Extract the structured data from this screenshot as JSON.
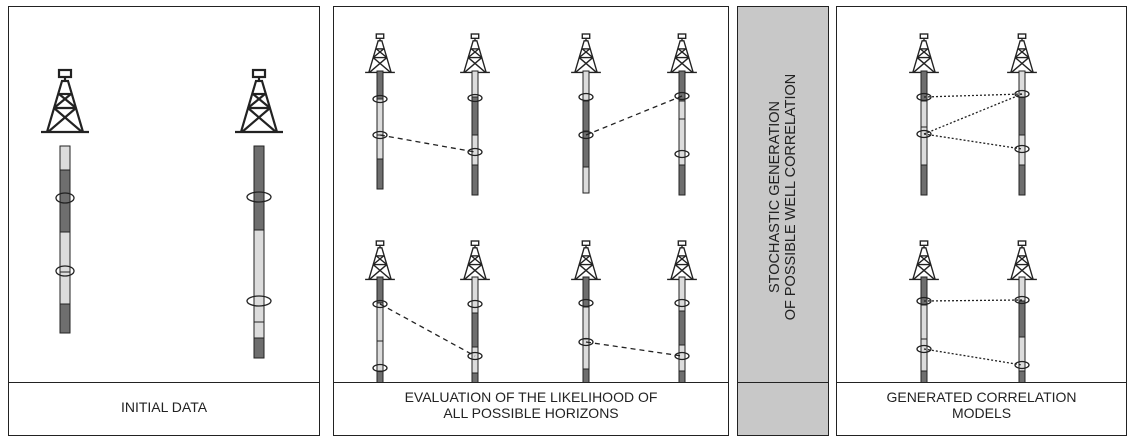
{
  "panels": {
    "initial": {
      "caption": "INITIAL DATA"
    },
    "evaluation": {
      "caption": "EVALUATION OF THE LIKELIHOOD OF\nALL POSSIBLE HORIZONS"
    },
    "stochastic": {
      "caption": "STOCHASTIC GENERATION\nOF POSSIBLE WELL CORRELATION"
    },
    "generated": {
      "caption": "GENERATED CORRELATION\nMODELS"
    }
  },
  "colors": {
    "dark_segment": "#6e6e6e",
    "light_segment": "#dcdcdc",
    "stripe_fill": "#c8c8c8",
    "line": "#222222"
  },
  "icons": {
    "well_rig": "derrick-icon"
  }
}
